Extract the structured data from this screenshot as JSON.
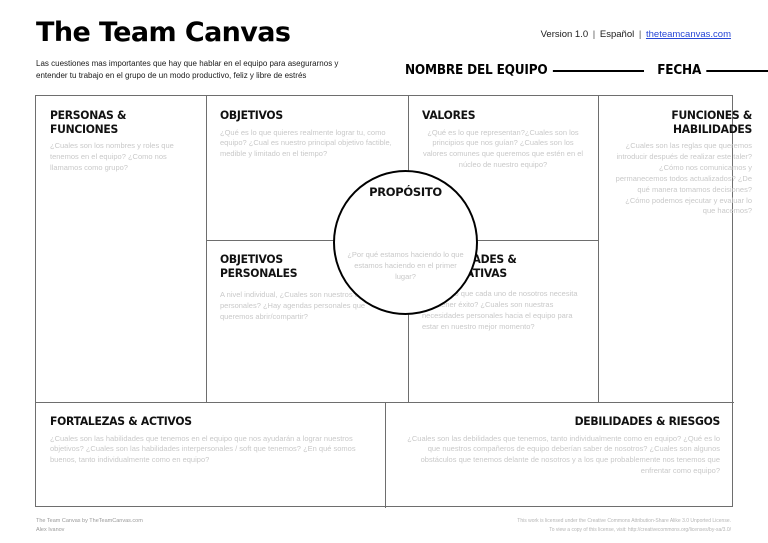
{
  "header": {
    "title": "The Team Canvas",
    "version": "Version 1.0",
    "language": "Español",
    "site_link": "theteamcanvas.com",
    "separator": "|",
    "subtitle": "Las cuestiones mas importantes que hay que hablar en el equipo para asegurarnos y entender tu trabajo en el grupo de un modo productivo, feliz y libre de estrés",
    "field_team_label": "NOMBRE DEL EQUIPO",
    "field_date_label": "FECHA"
  },
  "canvas": {
    "personas": {
      "title": "PERSONAS & FUNCIONES",
      "body": "¿Cuales son los nombres y roles que tenemos en el equipo? ¿Como nos llamamos como grupo?"
    },
    "objetivos": {
      "title": "OBJETIVOS",
      "body": "¿Qué es lo que quieres realmente lograr tu, como equipo? ¿Cual es nuestro principal objetivo factible, medible y limitado en el tiempo?"
    },
    "objetivos_personales": {
      "title": "OBJETIVOS\nPERSONALES",
      "body": "A nivel individual, ¿Cuales son nuestros objetivos personales? ¿Hay agendas personales que queremos abrir/compartir?"
    },
    "valores": {
      "title": "VALORES",
      "body": "¿Qué es lo que representan?¿Cuales son los principios que nos guían? ¿Cuales son los valores comunes que queremos que estén en el núcleo de nuestro equipo?"
    },
    "necesidades": {
      "title": "NECESIDADES &\nEXPECTATIVAS",
      "body": "¿Qué es lo que cada uno de nosotros necesita para tener éxito? ¿Cuales son nuestras necesidades personales hacia el equipo para estar en nuestro mejor momento?"
    },
    "funciones": {
      "title": "FUNCIONES & HABILIDADES",
      "body": "¿Cuales son las reglas que queremos introducir después de realizar este taler?  ¿Cómo nos comunicamos y permanecemos todos actualizados? ¿De qué manera tomamos decisiones? ¿Cómo podemos ejecutar y evaluar lo que hacemos?"
    },
    "proposito": {
      "title": "PROPÓSITO",
      "body": "¿Por qué estamos haciendo lo que estamos haciendo en el primer lugar?"
    },
    "fortalezas": {
      "title": "FORTALEZAS & ACTIVOS",
      "body": "¿Cuales son las habilidades que tenemos en el equipo que nos ayudarán a lograr nuestros objetivos? ¿Cuales son las habilidades interpersonales / soft que tenemos? ¿En qué somos buenos, tanto individualmente como en equipo?"
    },
    "debilidades": {
      "title": "DEBILIDADES & RIESGOS",
      "body": "¿Cuales son las debilidades que tenemos, tanto individualmente como en equipo? ¿Qué es lo que nuestros compañeros de equipo deberían saber de nosotros? ¿Cuales son algunos obstáculos que tenemos delante de nosotros y a los que probablemente nos tenemos que enfrentar como equipo?"
    }
  },
  "footer": {
    "credit_line1": "The Team Canvas by TheTeamCanvas.com",
    "credit_line2": "Alex Ivanov",
    "license_line1": "This work is licensed under the Creative Commons Attribution-Share Alike 3.0 Unported License.",
    "license_line2": "To view a copy of this license, visit: http://creativecommons.org/licenses/by-sa/3.0/"
  },
  "colors": {
    "accent_link": "#2747d6",
    "border": "#6e6e6e",
    "placeholder_text": "#c9c9c9"
  }
}
